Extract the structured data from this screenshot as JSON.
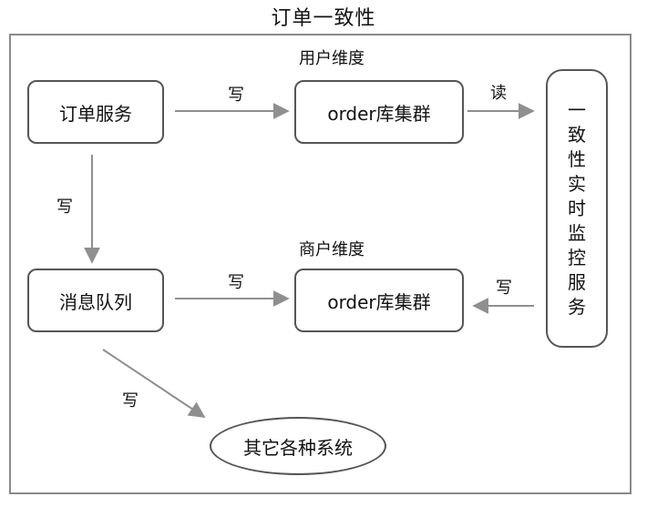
{
  "title": "订单一致性",
  "nodes": {
    "order_service": "订单服务",
    "message_queue": "消息队列",
    "user_cluster": "order库集群",
    "merchant_cluster": "order库集群",
    "monitor_service": [
      "一",
      "致",
      "性",
      "实",
      "时",
      "监",
      "控",
      "服",
      "务"
    ],
    "other_systems": "其它各种系统"
  },
  "dimension_labels": {
    "user": "用户维度",
    "merchant": "商户维度"
  },
  "edge_labels": {
    "order_to_user_cluster": "写",
    "user_cluster_to_monitor": "读",
    "order_to_queue": "写",
    "queue_to_merchant_cluster": "写",
    "monitor_to_merchant_cluster": "写",
    "queue_to_other": "写"
  }
}
